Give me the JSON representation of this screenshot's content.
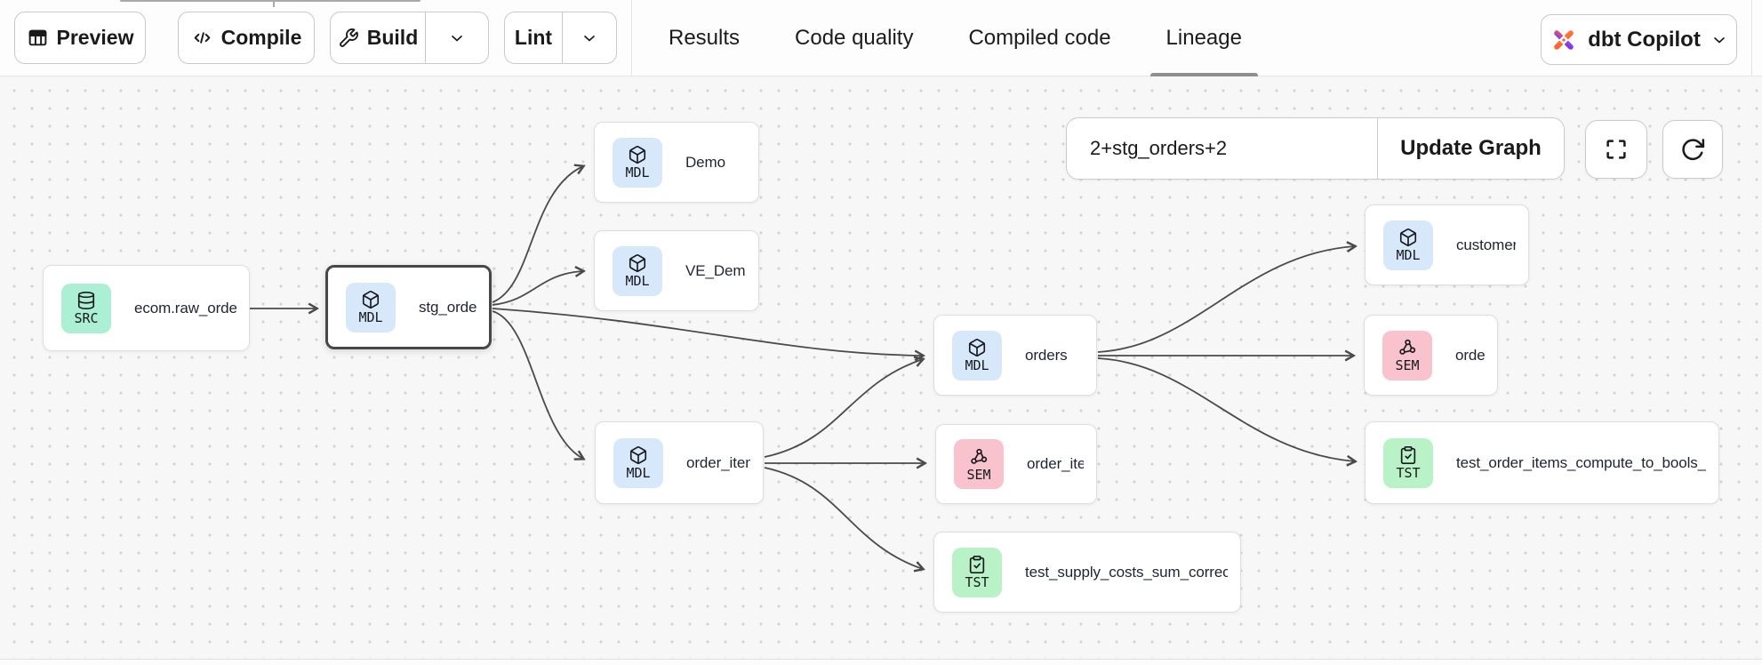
{
  "toolbar": {
    "preview": "Preview",
    "compile": "Compile",
    "build": "Build",
    "lint": "Lint"
  },
  "tabs": {
    "results": "Results",
    "code_quality": "Code quality",
    "compiled_code": "Compiled code",
    "lineage": "Lineage",
    "active_tab": "Lineage"
  },
  "copilot": {
    "label": "dbt Copilot"
  },
  "lineage_controls": {
    "selector_value": "2+stg_orders+2",
    "update_button": "Update Graph"
  },
  "graph": {
    "nodes": [
      {
        "type": "source",
        "type_label": "SRC",
        "label": "ecom.raw_orders",
        "selected": false
      },
      {
        "type": "model",
        "type_label": "MDL",
        "label": "stg_orders",
        "selected": true
      },
      {
        "type": "model",
        "type_label": "MDL",
        "label": "Demo",
        "selected": false
      },
      {
        "type": "model",
        "type_label": "MDL",
        "label": "VE_Demo",
        "selected": false
      },
      {
        "type": "model",
        "type_label": "MDL",
        "label": "order_items",
        "selected": false
      },
      {
        "type": "model",
        "type_label": "MDL",
        "label": "orders",
        "selected": false
      },
      {
        "type": "semantic",
        "type_label": "SEM",
        "label": "order_item",
        "selected": false
      },
      {
        "type": "test",
        "type_label": "TST",
        "label": "test_supply_costs_sum_correctly",
        "selected": false
      },
      {
        "type": "model",
        "type_label": "MDL",
        "label": "customers",
        "selected": false
      },
      {
        "type": "semantic",
        "type_label": "SEM",
        "label": "orders",
        "selected": false
      },
      {
        "type": "test",
        "type_label": "TST",
        "label": "test_order_items_compute_to_bools_c...",
        "selected": false
      }
    ],
    "edges": [
      {
        "from": "ecom.raw_orders",
        "to": "stg_orders"
      },
      {
        "from": "stg_orders",
        "to": "Demo"
      },
      {
        "from": "stg_orders",
        "to": "VE_Demo"
      },
      {
        "from": "stg_orders",
        "to": "orders"
      },
      {
        "from": "stg_orders",
        "to": "order_items"
      },
      {
        "from": "order_items",
        "to": "orders"
      },
      {
        "from": "order_items",
        "to": "order_item"
      },
      {
        "from": "order_items",
        "to": "test_supply_costs_sum_correctly"
      },
      {
        "from": "orders",
        "to": "customers"
      },
      {
        "from": "orders",
        "to": "orders (SEM)"
      },
      {
        "from": "orders",
        "to": "test_order_items_compute_to_bools_c..."
      }
    ]
  },
  "colors": {
    "badge_src": "#abf0d5",
    "badge_mdl": "#d8e8fb",
    "badge_sem": "#f8c3cd",
    "badge_tst": "#baf2c7",
    "edge": "#4a4a4a",
    "selected_node_border": "#474747",
    "tab_underline": "#8f8f8f",
    "copilot_orange": "#ff5c2e",
    "copilot_purple": "#7a3bed"
  },
  "icons": {
    "preview": "table-icon",
    "compile": "code-icon",
    "build": "wrench-icon",
    "dropdown": "chevron-down-icon",
    "fullscreen": "maximize-icon",
    "refresh": "rotate-cw-icon",
    "source_badge": "database-icon",
    "model_badge": "cube-icon",
    "semantic_badge": "nodes-icon",
    "test_badge": "clipboard-check-icon",
    "copilot": "dbt-copilot-logo"
  }
}
